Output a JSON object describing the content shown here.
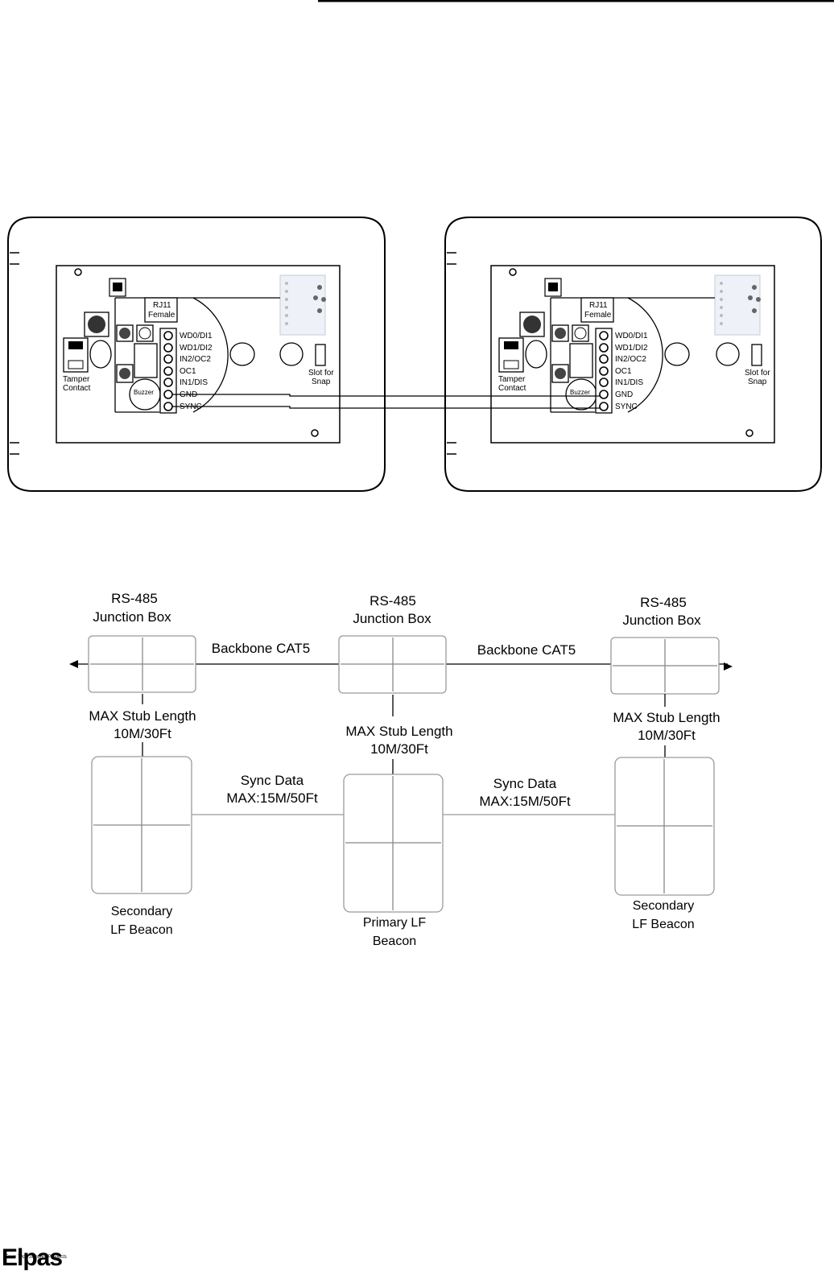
{
  "readers": {
    "rj11": "RJ11",
    "female": "Female",
    "terminals": [
      "WD0/DI1",
      "WD1/DI2",
      "IN2/OC2",
      "OC1",
      "IN1/DIS",
      "GND",
      "SYNC"
    ],
    "tamper_line1": "Tamper",
    "tamper_line2": "Contact",
    "slot_line1": "Slot for",
    "slot_line2": "Snap",
    "buzzer": "Buzzer"
  },
  "topology": {
    "junction_label_line1": "RS-485",
    "junction_label_line2": "Junction Box",
    "backbone_label": "Backbone CAT5",
    "stub_line1": "MAX Stub Length",
    "stub_line2": "10M/30Ft",
    "sync_line1": "Sync Data",
    "sync_line2": "MAX:15M/50Ft",
    "secondary_line1": "Secondary",
    "secondary_line2": "LF Beacon",
    "primary_line1": "Primary LF",
    "primary_line2": "Beacon"
  },
  "footer": {
    "logo": "Elpas",
    "tagline": "From Tyco Security Products"
  }
}
